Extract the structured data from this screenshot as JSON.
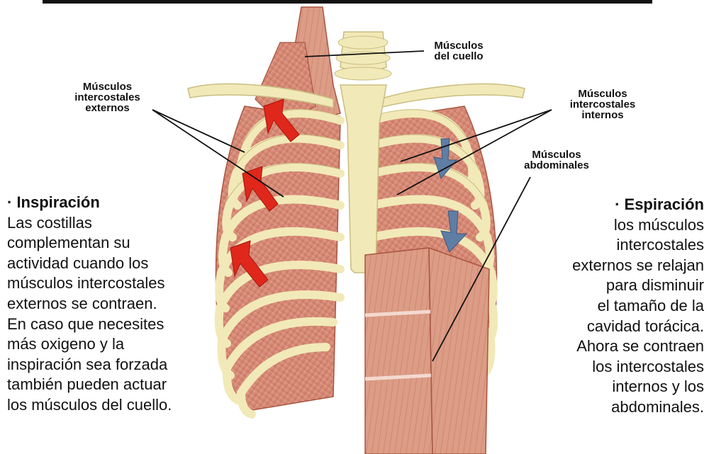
{
  "labels": {
    "neck": [
      "Músculos",
      "del cuello"
    ],
    "external": [
      "Músculos",
      "intercostales",
      "externos"
    ],
    "internal": [
      "Músculos",
      "intercostales",
      "internos"
    ],
    "abdominal": [
      "Músculos",
      "abdominales"
    ]
  },
  "inspiration": {
    "title": "· Inspiración",
    "lines": [
      "Las costillas",
      "complementan su",
      "actividad cuando los",
      "músculos intercostales",
      "externos se contraen.",
      "En caso que necesites",
      "más oxigeno y la",
      "inspiración sea forzada",
      "también pueden actuar",
      "los músculos del cuello."
    ]
  },
  "expiration": {
    "title": "· Espiración",
    "lines": [
      "los músculos",
      "intercostales",
      "externos se relajan",
      "para disminuir",
      "el tamaño de la",
      "cavidad torácica.",
      "Ahora se contraen",
      "los intercostales",
      "internos y los",
      "abdominales."
    ]
  },
  "colors": {
    "bone": "#f2e9b8",
    "bone_stroke": "#c9bd80",
    "muscle": "#d98f7a",
    "muscle_dark": "#b9614d",
    "arrow_up": "#e0271b",
    "arrow_down": "#5f7ea6"
  }
}
